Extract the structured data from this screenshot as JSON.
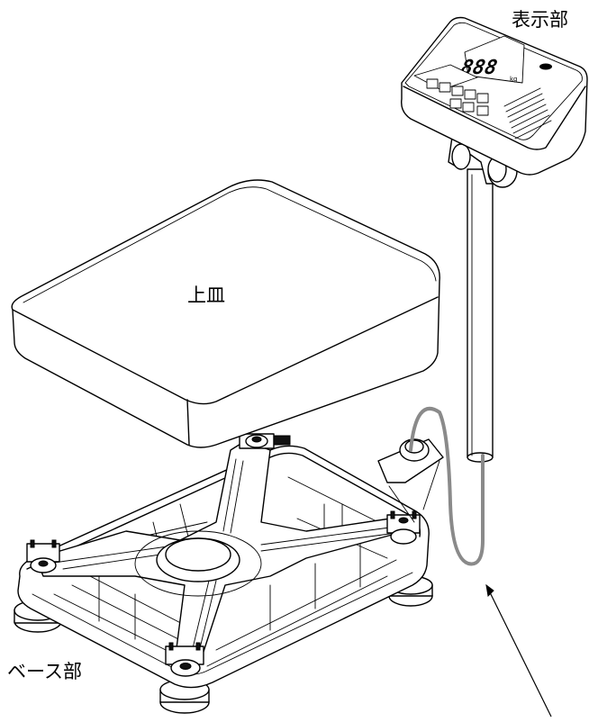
{
  "labels": {
    "display_unit": "表示部",
    "weighing_pan": "上皿",
    "base_unit": "ベース部"
  },
  "display": {
    "readout": "888",
    "unit": "kg"
  }
}
